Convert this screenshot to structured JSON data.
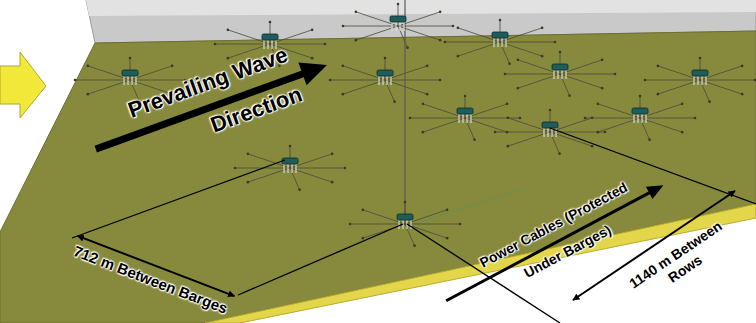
{
  "diagram": {
    "labels": [
      "Prevailing Wave Direction",
      "712 m Between Barges",
      "Power Cables (Protected Under Barges)",
      "1140 m Between Rows"
    ]
  }
}
